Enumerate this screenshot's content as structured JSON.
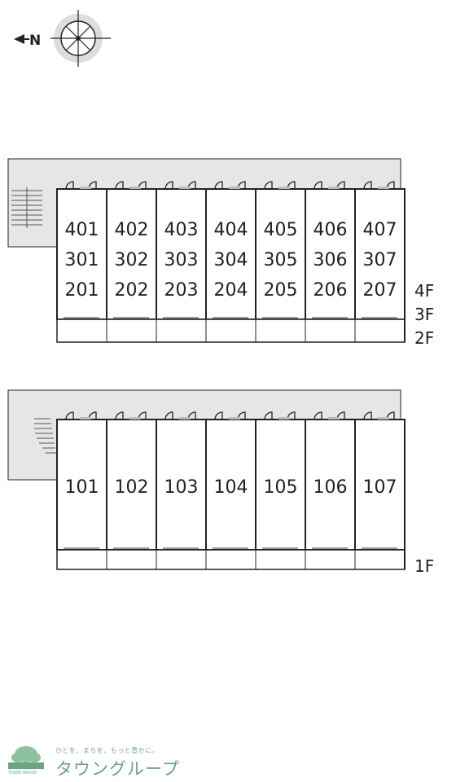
{
  "compass": {
    "north_letter": "N"
  },
  "upper_block": {
    "unit_columns": [
      [
        "401",
        "301",
        "201"
      ],
      [
        "402",
        "302",
        "202"
      ],
      [
        "403",
        "303",
        "203"
      ],
      [
        "404",
        "304",
        "204"
      ],
      [
        "405",
        "305",
        "205"
      ],
      [
        "406",
        "306",
        "206"
      ],
      [
        "407",
        "307",
        "207"
      ]
    ],
    "floors": [
      "4F",
      "3F",
      "2F"
    ]
  },
  "lower_block": {
    "units": [
      "101",
      "102",
      "103",
      "104",
      "105",
      "106",
      "107"
    ],
    "floors": [
      "1F"
    ]
  },
  "logo": {
    "tagline": "ひとを、まちを、もっと豊かに。",
    "name": "タウングループ",
    "mark_text": "TOWN GROUP"
  },
  "colors": {
    "line": "#222222",
    "shade": "#e6e6e6",
    "brand_green": "#6aa582"
  }
}
